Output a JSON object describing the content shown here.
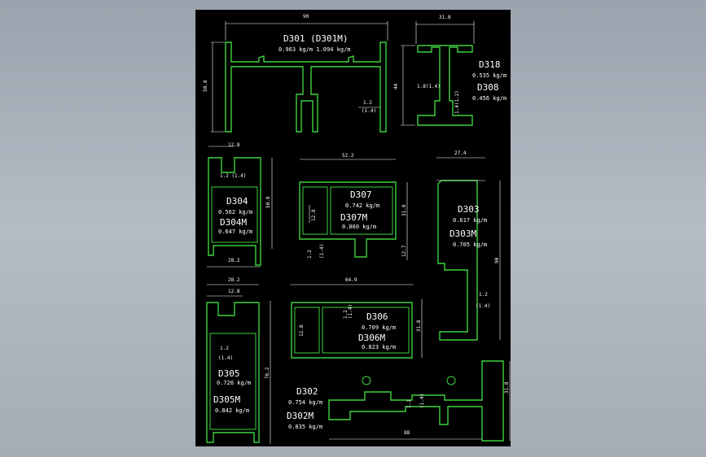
{
  "colors": {
    "profile_line": "#3dd23d",
    "dimension_line": "#ffffff",
    "sheet_bg": "#000000"
  },
  "profiles": [
    {
      "id": "d301",
      "label": "D301  (D301M)",
      "weights": "0.963 kg/m  1.094 kg/m"
    },
    {
      "id": "d318",
      "label": "D318",
      "weight": "0.535 kg/m",
      "alt_label": "D308",
      "alt_weight": "0.456 kg/m"
    },
    {
      "id": "d304",
      "label": "D304",
      "weight": "0.562 kg/m",
      "alt_label": "D304M",
      "alt_weight": "0.647 kg/m"
    },
    {
      "id": "d307",
      "label": "D307",
      "weight": "0.742 kg/m",
      "alt_label": "D307M",
      "alt_weight": "0.860 kg/m"
    },
    {
      "id": "d303",
      "label": "D303",
      "weight": "0.617 kg/m",
      "alt_label": "D303M",
      "alt_weight": "0.705 kg/m"
    },
    {
      "id": "d305",
      "label": "D305",
      "weight": "0.726 kg/m",
      "alt_label": "D305M",
      "alt_weight": "0.842 kg/m"
    },
    {
      "id": "d306",
      "label": "D306",
      "weight": "0.709 kg/m",
      "alt_label": "D306M",
      "alt_weight": "0.823 kg/m"
    },
    {
      "id": "d302",
      "label": "D302",
      "weight": "0.754 kg/m",
      "alt_label": "D302M",
      "alt_weight": "0.835 kg/m"
    }
  ],
  "dimensions": {
    "d301_width": "90",
    "d301_height": "50.8",
    "d301_wall": "1.2",
    "d301_wall_alt": "(1.4)",
    "d318_width": "31.8",
    "d318_height": "44",
    "d318_web": "1.8(1.4)",
    "d318_flange": "1.4(1.2)",
    "d304_width_top": "12.8",
    "d304_wall": "1.2 (1.4)",
    "d304_height": "50.8",
    "d304_width": "28.2",
    "d307_width": "52.2",
    "d307_height": "31.8",
    "d307_slot": "12.8",
    "d307_wall": "1.2",
    "d307_wall_alt": "(1.4)",
    "d307_step": "12.7",
    "d303_width": "27.4",
    "d303_height": "90",
    "d303_wall": "1.2",
    "d303_wall_alt": "(1.4)",
    "d305_width": "28.2",
    "d305_slot": "12.8",
    "d305_wall": "1.2",
    "d305_wall_alt": "(1.4)",
    "d305_height": "76.2",
    "d306_width": "64.9",
    "d306_wall": "1.2",
    "d306_wall_alt": "(1.4)",
    "d306_slot": "12.8",
    "d306_height": "31.8",
    "d302_width": "88",
    "d302_height": "31.8",
    "d302_wall": "1.2",
    "d302_wall_alt": "(1.4)"
  }
}
